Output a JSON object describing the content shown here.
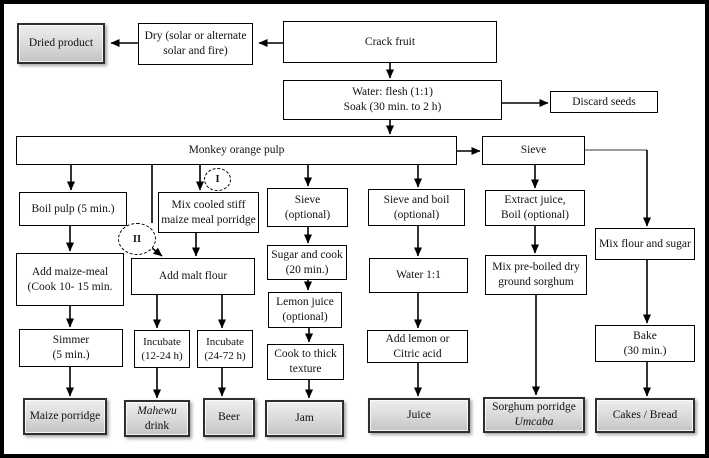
{
  "nodes": {
    "dried_product": {
      "label": "Dried product"
    },
    "dry": {
      "line1": "Dry (solar or alternate",
      "line2": "solar and fire)"
    },
    "crack_fruit": {
      "label": "Crack fruit"
    },
    "water_soak": {
      "line1": "Water: flesh (1:1)",
      "line2": "Soak (30 min. to 2 h)"
    },
    "discard_seeds": {
      "label": "Discard seeds"
    },
    "monkey_pulp": {
      "label": "Monkey orange pulp"
    },
    "sieve": {
      "label": "Sieve"
    },
    "boil_pulp": {
      "label": "Boil pulp (5 min.)"
    },
    "mix_cooled": {
      "line1": "Mix cooled stiff",
      "line2": "maize meal porridge"
    },
    "sieve_optional": {
      "line1": "Sieve",
      "line2": "(optional)"
    },
    "sieve_and_boil": {
      "line1": "Sieve and boil",
      "line2": "(optional)"
    },
    "extract_juice": {
      "line1": "Extract juice,",
      "line2": "Boil (optional)"
    },
    "add_maize_meal": {
      "line1": "Add maize-meal",
      "line2": "(Cook 10- 15 min."
    },
    "add_malt_flour": {
      "label": "Add malt flour"
    },
    "sugar_and_cook": {
      "line1": "Sugar and cook",
      "line2": "(20 min.)"
    },
    "mix_flour_sugar": {
      "label": "Mix flour and sugar"
    },
    "water_1_1": {
      "label": "Water 1:1"
    },
    "mix_sorghum": {
      "line1": "Mix pre-boiled dry",
      "line2": "ground sorghum"
    },
    "lemon_juice": {
      "line1": "Lemon juice",
      "line2": "(optional)"
    },
    "simmer": {
      "line1": "Simmer",
      "line2": "(5 min.)"
    },
    "incubate_12_24": {
      "line1": "Incubate",
      "line2": "(12-24 h)"
    },
    "incubate_24_72": {
      "line1": "Incubate",
      "line2": "(24-72 h)"
    },
    "cook_thick": {
      "line1": "Cook to thick",
      "line2": "texture"
    },
    "add_lemon": {
      "line1": "Add lemon or",
      "line2": "Citric acid"
    },
    "bake": {
      "line1": "Bake",
      "line2": "(30 min.)"
    },
    "maize_porridge": {
      "label": "Maize porridge"
    },
    "mahewu": {
      "line1": "Mahewu",
      "line2": "drink"
    },
    "beer": {
      "label": "Beer"
    },
    "jam": {
      "label": "Jam"
    },
    "juice": {
      "label": "Juice"
    },
    "sorghum_porridge": {
      "line1": "Sorghum porridge",
      "line2": "Umcaba"
    },
    "cakes_bread": {
      "label": "Cakes / Bread"
    }
  },
  "markers": {
    "circle_one": "I",
    "circle_two": "II"
  },
  "colors": {
    "line": "#000000",
    "box_border": "#000000",
    "product_fill": "#d6d6d6",
    "background": "#ffffff",
    "sieve_branch_line": "#7a7a7a"
  }
}
